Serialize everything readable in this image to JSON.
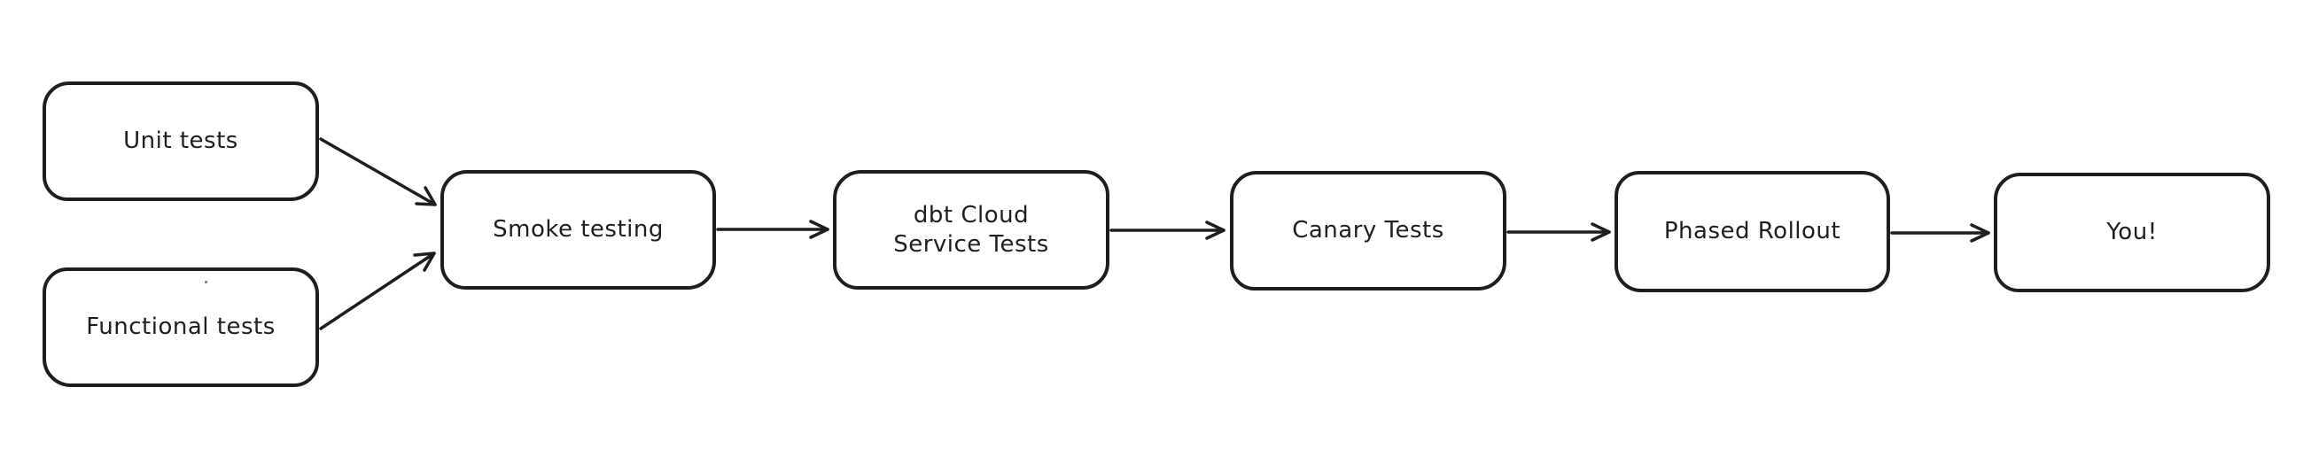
{
  "canvas": {
    "background_color": "#ffffff",
    "stroke_color": "#1e1e1e"
  },
  "diagram": {
    "type": "flowchart",
    "direction": "left-to-right",
    "nodes": [
      {
        "id": "unit-tests",
        "label": "Unit tests"
      },
      {
        "id": "functional-tests",
        "label": "Functional tests"
      },
      {
        "id": "smoke-testing",
        "label": "Smoke testing"
      },
      {
        "id": "dbt-cloud-service-tests",
        "label": "dbt Cloud\nService Tests"
      },
      {
        "id": "canary-tests",
        "label": "Canary Tests"
      },
      {
        "id": "phased-rollout",
        "label": "Phased Rollout"
      },
      {
        "id": "you",
        "label": "You!"
      }
    ],
    "edges": [
      {
        "from": "unit-tests",
        "to": "smoke-testing"
      },
      {
        "from": "functional-tests",
        "to": "smoke-testing"
      },
      {
        "from": "smoke-testing",
        "to": "dbt-cloud-service-tests"
      },
      {
        "from": "dbt-cloud-service-tests",
        "to": "canary-tests"
      },
      {
        "from": "canary-tests",
        "to": "phased-rollout"
      },
      {
        "from": "phased-rollout",
        "to": "you"
      }
    ]
  }
}
